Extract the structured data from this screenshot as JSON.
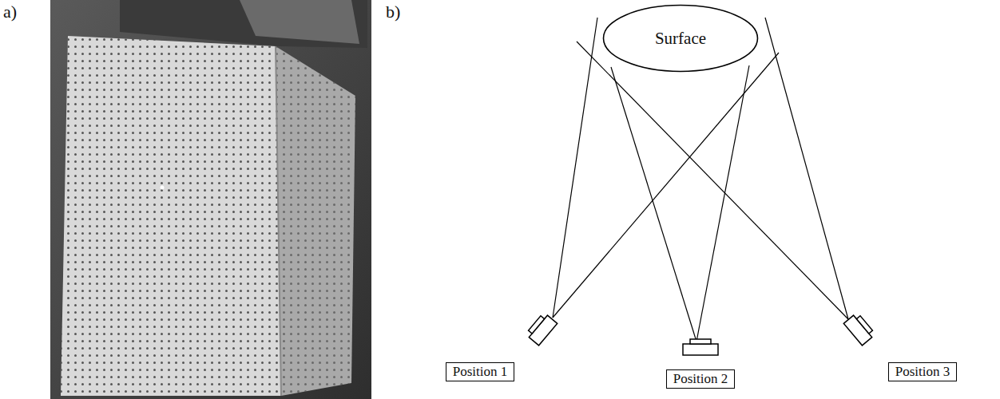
{
  "diagram": {
    "nodes": [
      {
        "text": [
          "Surface"
        ]
      },
      {
        "text": [
          "Position 1"
        ]
      },
      {
        "text": [
          "Position 2"
        ]
      },
      {
        "text": [
          "Position 3"
        ]
      }
    ],
    "labels": [
      "a)",
      "b)"
    ]
  }
}
